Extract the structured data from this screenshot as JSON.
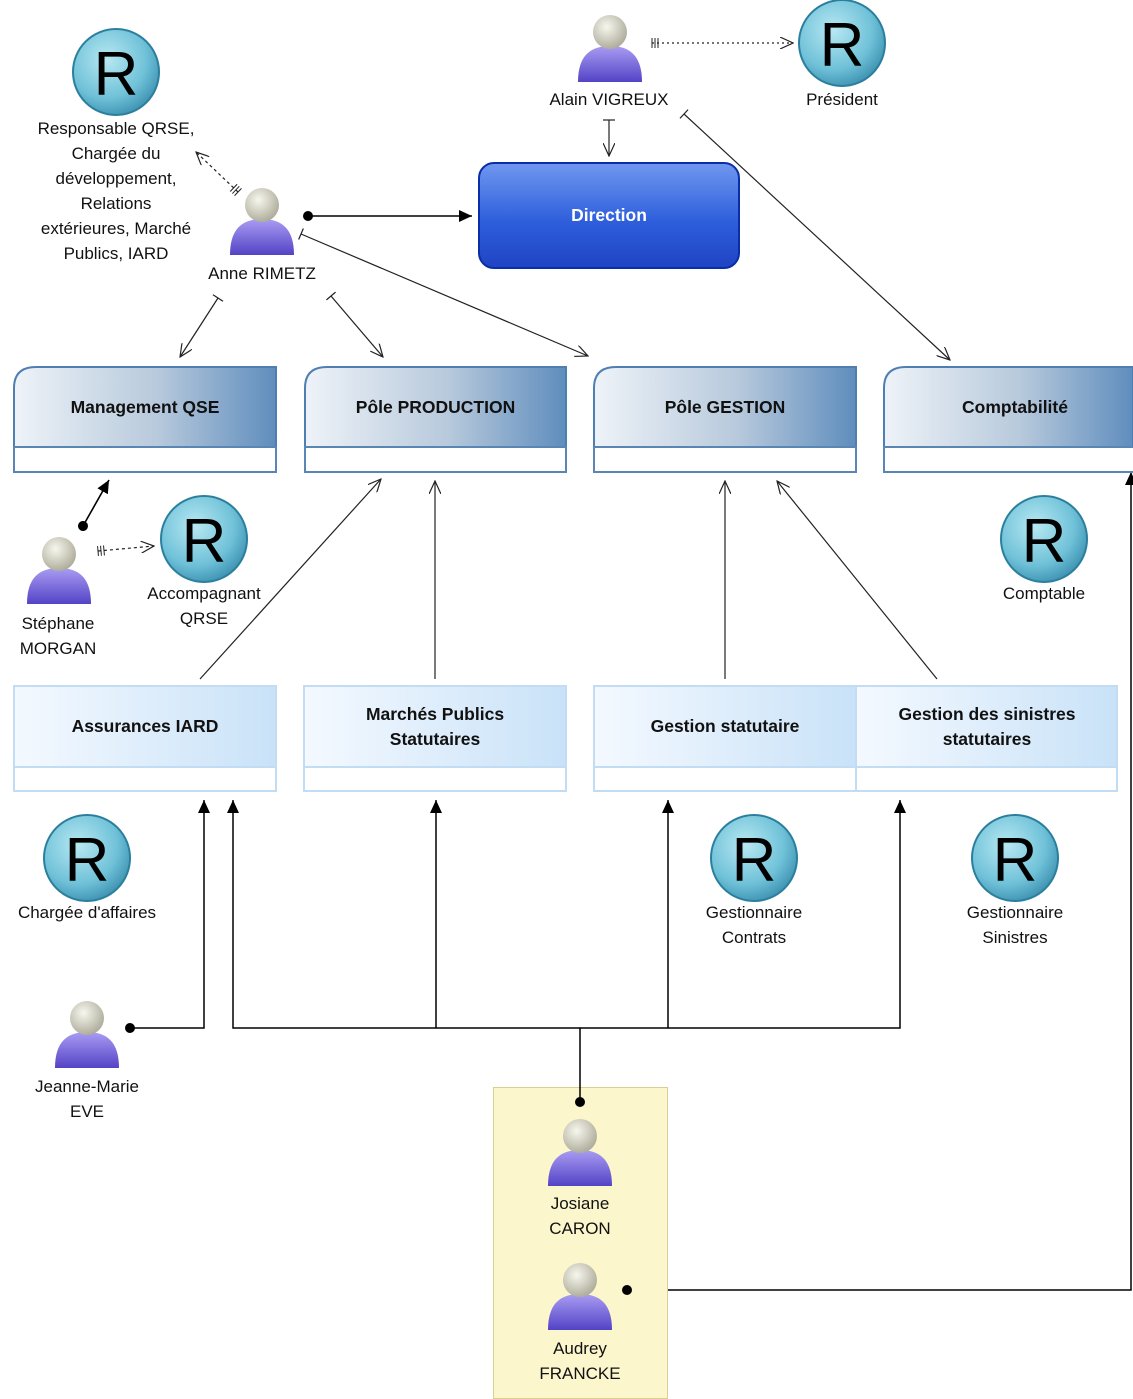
{
  "direction": {
    "label": "Direction"
  },
  "units": [
    {
      "id": "management-qse",
      "label": "Management QSE"
    },
    {
      "id": "pole-production",
      "label": "Pôle PRODUCTION"
    },
    {
      "id": "pole-gestion",
      "label": "Pôle GESTION"
    },
    {
      "id": "comptabilite",
      "label": "Comptabilité"
    }
  ],
  "subunits": [
    {
      "id": "assurances-iard",
      "label": "Assurances IARD"
    },
    {
      "id": "marches-publics",
      "label": "Marchés Publics Statutaires"
    },
    {
      "id": "gestion-statutaire",
      "label": "Gestion statutaire"
    },
    {
      "id": "gestion-sinistres",
      "label": "Gestion des sinistres statutaires"
    }
  ],
  "persons": [
    {
      "id": "alain",
      "name": "Alain VIGREUX"
    },
    {
      "id": "anne",
      "name": "Anne RIMETZ"
    },
    {
      "id": "stephane",
      "name": "Stéphane MORGAN"
    },
    {
      "id": "jeanne",
      "name": "Jeanne-Marie EVE"
    },
    {
      "id": "josiane",
      "name": "Josiane CARON"
    },
    {
      "id": "audrey",
      "name": "Audrey FRANCKE"
    }
  ],
  "roles": [
    {
      "id": "president",
      "letter": "R",
      "label": "Président"
    },
    {
      "id": "responsable-qrse",
      "letter": "R",
      "label": "Responsable QRSE, Chargée du développement, Relations extérieures, Marché Publics, IARD"
    },
    {
      "id": "accompagnant",
      "letter": "R",
      "label": "Accompagnant QRSE"
    },
    {
      "id": "comptable",
      "letter": "R",
      "label": "Comptable"
    },
    {
      "id": "chargee-affaires",
      "letter": "R",
      "label": "Chargée d'affaires"
    },
    {
      "id": "gestionnaire-contrats",
      "letter": "R",
      "label": "Gestionnaire Contrats"
    },
    {
      "id": "gestionnaire-sinistres",
      "letter": "R",
      "label": "Gestionnaire Sinistres"
    }
  ]
}
